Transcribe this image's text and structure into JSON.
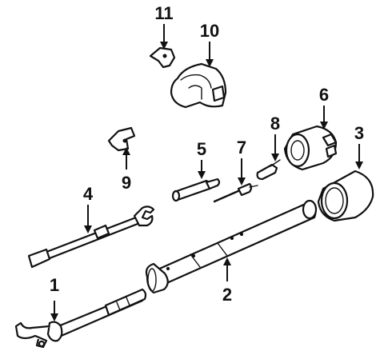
{
  "callouts": {
    "c1": "1",
    "c2": "2",
    "c3": "3",
    "c4": "4",
    "c5": "5",
    "c6": "6",
    "c7": "7",
    "c8": "8",
    "c9": "9",
    "c10": "10",
    "c11": "11"
  },
  "parts": [
    {
      "id": "1",
      "icon": "lower-steering-shaft"
    },
    {
      "id": "2",
      "icon": "steering-column-jacket"
    },
    {
      "id": "3",
      "icon": "column-bearing-housing"
    },
    {
      "id": "4",
      "icon": "shift-linkage-rod"
    },
    {
      "id": "5",
      "icon": "sleeve-pin"
    },
    {
      "id": "6",
      "icon": "lock-housing"
    },
    {
      "id": "7",
      "icon": "switch-rod"
    },
    {
      "id": "8",
      "icon": "small-lever"
    },
    {
      "id": "9",
      "icon": "bracket-clip"
    },
    {
      "id": "10",
      "icon": "column-cover"
    },
    {
      "id": "11",
      "icon": "retainer-clip"
    }
  ]
}
